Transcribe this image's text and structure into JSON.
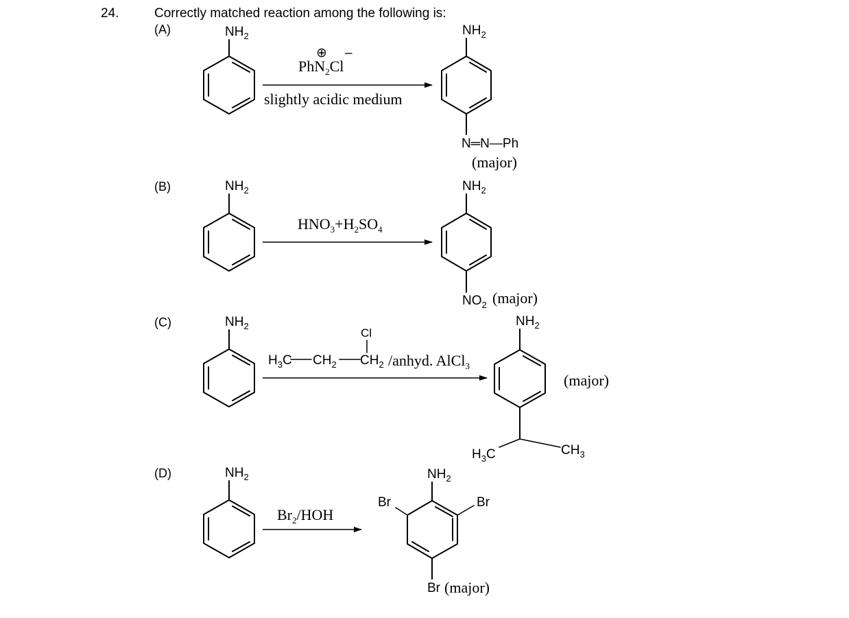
{
  "question": {
    "number": "24.",
    "text": "Correctly matched reaction among the following is:"
  },
  "options": {
    "A": {
      "label": "(A)",
      "reactant_group": "NH",
      "reactant_group_sub": "2",
      "reagent_top_a": "PhN",
      "reagent_top_sub": "2",
      "reagent_top_b": "Cl",
      "charge_plus": "⊕",
      "charge_minus": "–",
      "reagent_bottom": "slightly acidic medium",
      "product_top": "NH",
      "product_top_sub": "2",
      "product_bottom": "N═N—Ph",
      "product_note": "(major)"
    },
    "B": {
      "label": "(B)",
      "reactant_group": "NH",
      "reactant_group_sub": "2",
      "reagent_a": "HNO",
      "reagent_sub1": "3",
      "reagent_b": "+H",
      "reagent_sub2": "2",
      "reagent_c": "SO",
      "reagent_sub3": "4",
      "product_top": "NH",
      "product_top_sub": "2",
      "product_bottom": "NO",
      "product_bottom_sub": "2",
      "product_note": "(major)"
    },
    "C": {
      "label": "(C)",
      "reactant_group": "NH",
      "reactant_group_sub": "2",
      "reagent_cl": "Cl",
      "reagent_h3c": "H",
      "reagent_h3c_sub": "3",
      "reagent_c": "C",
      "reagent_ch2a": "CH",
      "reagent_ch2a_sub": "2",
      "reagent_ch2b": "CH",
      "reagent_ch2b_sub": "2",
      "reagent_catalyst": "/anhyd. AlCl",
      "reagent_catalyst_sub": "3",
      "product_top": "NH",
      "product_top_sub": "2",
      "product_note": "(major)",
      "product_left": "H",
      "product_left_sub": "3",
      "product_left_c": "C",
      "product_right": "CH",
      "product_right_sub": "3"
    },
    "D": {
      "label": "(D)",
      "reactant_group": "NH",
      "reactant_group_sub": "2",
      "reagent_a": "Br",
      "reagent_sub": "2",
      "reagent_b": "/HOH",
      "product_top": "NH",
      "product_top_sub": "2",
      "product_left": "Br",
      "product_right": "Br",
      "product_bottom": "Br",
      "product_note": "(major)"
    }
  }
}
